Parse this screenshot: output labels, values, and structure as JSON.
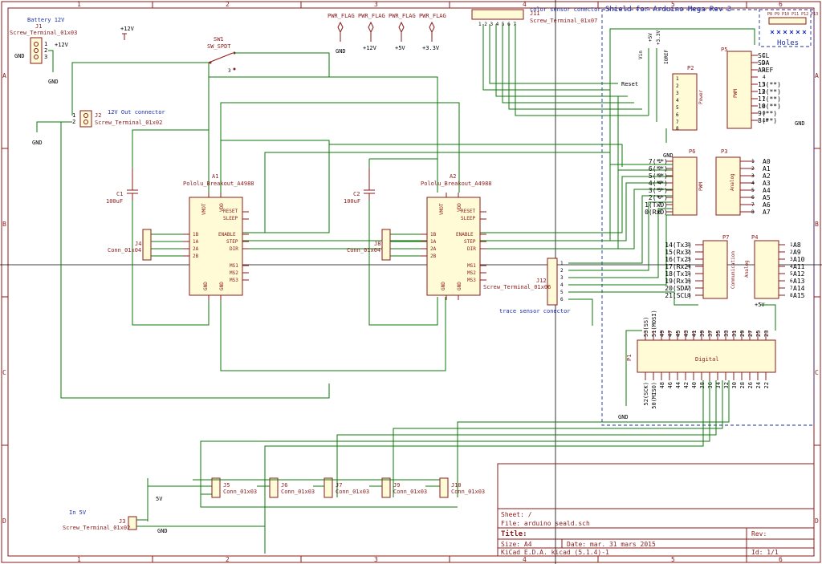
{
  "frame": {
    "columns": [
      "1",
      "2",
      "3",
      "4",
      "5",
      "6"
    ],
    "rows": [
      "A",
      "B",
      "C",
      "D"
    ]
  },
  "title_block": {
    "sheet": "Sheet: /",
    "file": "File: arduino seald.sch",
    "title": "Title:",
    "size": "Size: A4",
    "date": "Date: mar. 31 mars 2015",
    "rev": "Rev:",
    "tool": "KiCad E.D.A.  kicad (5.1.4)-1",
    "id": "Id: 1/1"
  },
  "labels": {
    "battery": "Battery 12V",
    "j1_ref": "J1",
    "j1_val": "Screw_Terminal_01x03",
    "gnd": "GND",
    "p12v": "+12V",
    "p5v": "+5V",
    "p33v": "+3.3V",
    "j2_ref": "J2",
    "j2_title": "12V Out connector",
    "j2_val": "Screw_Terminal_01x02",
    "sw1_ref": "SW1",
    "sw1_val": "SW_SPDT",
    "pwr_flag": "PWR_FLAG",
    "j11_ref": "J11",
    "j11_title": "color sensor conector",
    "j11_val": "Screw_Terminal_01x07",
    "shield": "Shield for Arduino Mega Rev 3",
    "holes": "Holes",
    "a1_ref": "A1",
    "a1_val": "Pololu_Breakout_A4988",
    "a2_ref": "A2",
    "a2_val": "Pololu_Breakout_A4988",
    "c1_ref": "C1",
    "c1_val": "100uF",
    "c2_ref": "C2",
    "c2_val": "100uF",
    "j4_ref": "J4",
    "j4_val": "Conn_01x04",
    "j8_ref": "J8",
    "j8_val": "Conn_01x04",
    "j12_ref": "J12",
    "j12_val": "Screw_Terminal_01x06",
    "j12_title": "trace sensor conector",
    "j3_ref": "J3",
    "j3_title": "In 5V",
    "j3_val": "Screw_Terminal_01x02",
    "j5_ref": "J5",
    "j6_ref": "J6",
    "j7_ref": "J7",
    "j9_ref": "J9",
    "j10_ref": "J10",
    "conn3_val": "Conn_01x03",
    "net_5v": "5V",
    "p2_ref": "P2",
    "p2_val": "Power",
    "p5_ref": "P5",
    "p5_val": "PWM",
    "p6_ref": "P6",
    "p6_val": "PWM",
    "p3_ref": "P3",
    "p3_val": "Analog",
    "p7_ref": "P7",
    "p7_val": "Communication",
    "p4_ref": "P4",
    "p4_val": "Analog",
    "p1_ref": "P1",
    "p1_val": "Digital",
    "reset": "Reset",
    "vin": "Vin",
    "ioref": "IOREF",
    "holes_pins": "P8 P9 P10 P11 P12 P13"
  },
  "drivers": {
    "left_pins": [
      "1B",
      "1A",
      "2A",
      "2B"
    ],
    "right_pins": [
      "ENABLE",
      "STEP",
      "DIR"
    ],
    "right_top": [
      "RESET",
      "SLEEP"
    ],
    "ms_pins": [
      "MS1",
      "MS2",
      "MS3"
    ],
    "vmot": "VMOT",
    "vdd": "VDD",
    "gnd": "GND"
  },
  "p5_labels": [
    "SCL",
    "SDA",
    "AREF",
    "",
    "13(**)",
    "12(**)",
    "11(**)",
    "10(**)",
    "9(**)",
    "8(**)"
  ],
  "p6_labels": [
    "7(**)",
    "6(**)",
    "5(**)",
    "4(**)",
    "3(**)",
    "2(**)",
    "1(TxD)",
    "0(RxD)"
  ],
  "p3_labels": [
    "A0",
    "A1",
    "A2",
    "A3",
    "A4",
    "A5",
    "A6",
    "A7"
  ],
  "p7_labels": [
    "14(Tx3)",
    "15(Rx3)",
    "16(Tx2)",
    "17(Rx2)",
    "18(Tx1)",
    "19(Rx1)",
    "20(SDA)",
    "21(SCL)"
  ],
  "p4_labels": [
    "A8",
    "A9",
    "A10",
    "A11",
    "A12",
    "A13",
    "A14",
    "A15"
  ],
  "p1_top": [
    "53(SS)",
    "51(MOSI)",
    "49",
    "47",
    "45",
    "43",
    "41",
    "39",
    "37",
    "35",
    "33",
    "31",
    "29",
    "27",
    "25",
    "23"
  ],
  "p1_bot": [
    "52(SCK)",
    "50(MISO)",
    "48",
    "46",
    "44",
    "42",
    "40",
    "38",
    "36",
    "34",
    "32",
    "30",
    "28",
    "26",
    "24",
    "22"
  ]
}
